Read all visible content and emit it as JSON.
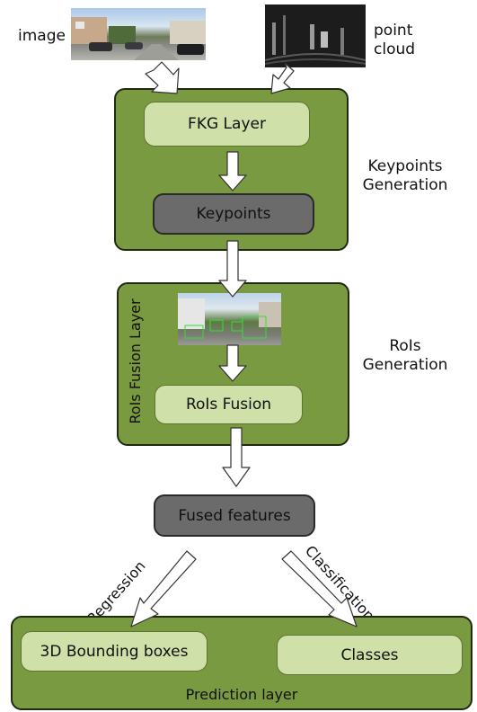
{
  "inputs": {
    "image_label": "image",
    "point_cloud_label_line1": "point",
    "point_cloud_label_line2": "cloud"
  },
  "keypoints_stage": {
    "fkg_layer": "FKG Layer",
    "keypoints": "Keypoints",
    "side_label_line1": "Keypoints",
    "side_label_line2": "Generation"
  },
  "rois_stage": {
    "vertical_label": "RoIs Fusion Layer",
    "rois_fusion": "RoIs Fusion",
    "side_label_line1": "RoIs",
    "side_label_line2": "Generation"
  },
  "fused_features": "Fused features",
  "edges": {
    "regression": "Regression",
    "classification": "Classification"
  },
  "prediction": {
    "bounding_boxes": "3D Bounding boxes",
    "classes": "Classes",
    "layer_label": "Prediction layer"
  },
  "colors": {
    "group_fill": "#7a9a42",
    "light_box": "#cfe0a8",
    "dark_box": "#6b6b6b",
    "arrow_fill": "#ffffff"
  }
}
